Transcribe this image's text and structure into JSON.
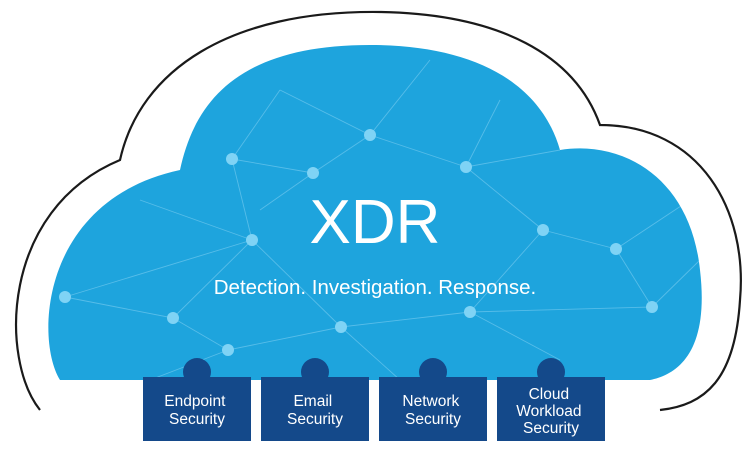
{
  "diagram": {
    "title": "XDR",
    "subtitle": "Detection. Investigation. Response."
  },
  "modules": [
    {
      "lines": [
        "Endpoint",
        "Security"
      ]
    },
    {
      "lines": [
        "Email",
        "Security"
      ]
    },
    {
      "lines": [
        "Network",
        "Security"
      ]
    },
    {
      "lines": [
        "Cloud",
        "Workload",
        "Security"
      ]
    }
  ],
  "colors": {
    "cloud_fill": "#1ea4dd",
    "cloud_outline": "#1a1a1a",
    "node": "#7fd3f5",
    "box_fill": "#14498a",
    "text": "#ffffff"
  }
}
